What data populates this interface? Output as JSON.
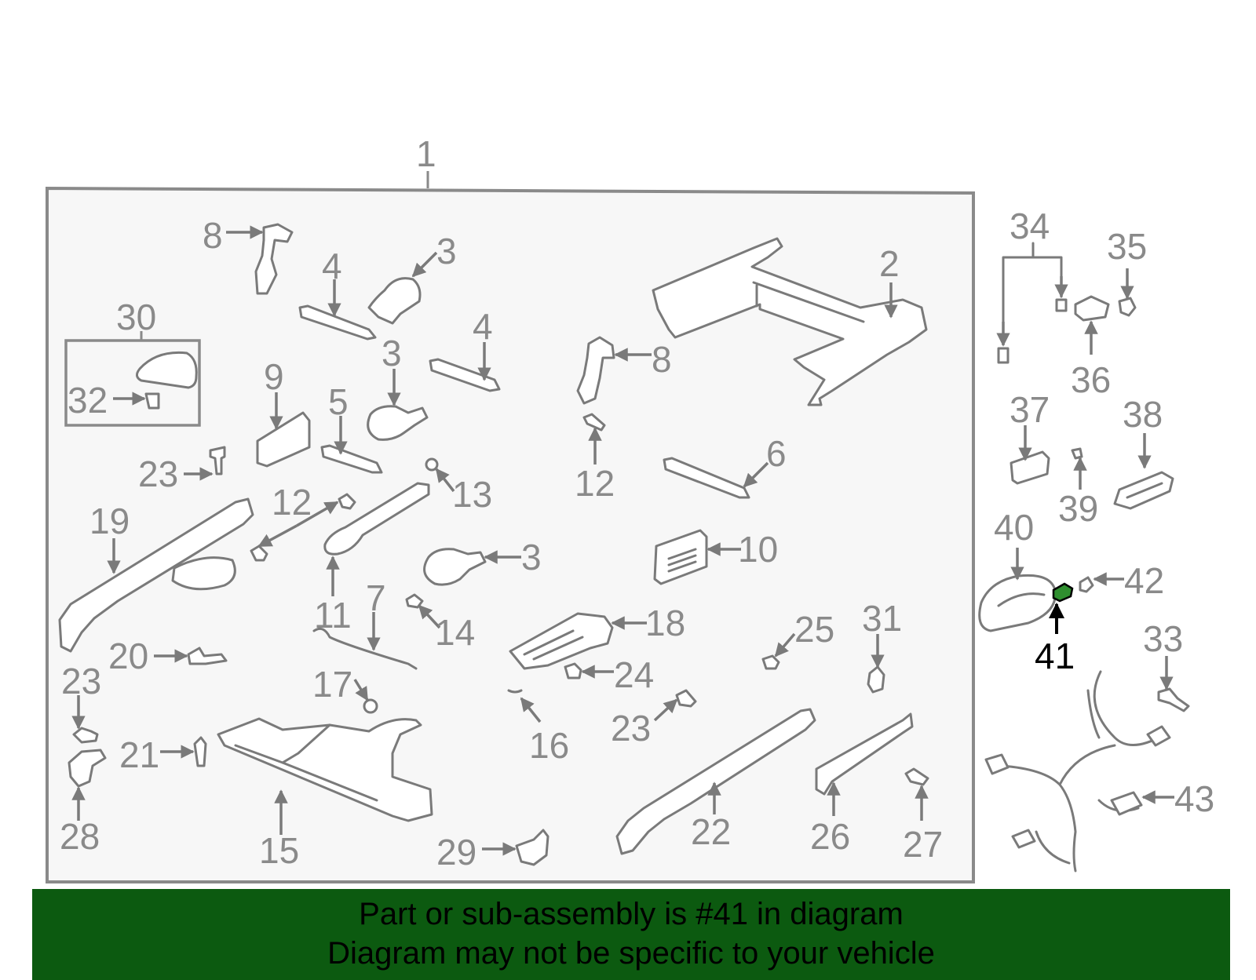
{
  "colors": {
    "banner_bg": "#0c5a10",
    "highlight_part": "#2f8f2f",
    "callout_gray": "#8a8a8a",
    "panel_bg": "#f7f7f7"
  },
  "callouts": {
    "c1": "1",
    "c2": "2",
    "c3a": "3",
    "c3b": "3",
    "c3c": "3",
    "c4a": "4",
    "c4b": "4",
    "c5": "5",
    "c6": "6",
    "c7": "7",
    "c8a": "8",
    "c8b": "8",
    "c9": "9",
    "c10": "10",
    "c11": "11",
    "c12a": "12",
    "c12b": "12",
    "c13": "13",
    "c14": "14",
    "c15": "15",
    "c16": "16",
    "c17": "17",
    "c18": "18",
    "c19": "19",
    "c20": "20",
    "c21": "21",
    "c22": "22",
    "c23a": "23",
    "c23b": "23",
    "c23c": "23",
    "c24": "24",
    "c25": "25",
    "c26": "26",
    "c27": "27",
    "c28": "28",
    "c29": "29",
    "c30": "30",
    "c31": "31",
    "c32": "32",
    "c33": "33",
    "c34": "34",
    "c35": "35",
    "c36": "36",
    "c37": "37",
    "c38": "38",
    "c39": "39",
    "c40": "40",
    "c41": "41",
    "c42": "42",
    "c43": "43"
  },
  "banner": {
    "line1": "Part or sub-assembly is #41 in diagram",
    "line2": "Diagram may not be specific to your vehicle"
  }
}
